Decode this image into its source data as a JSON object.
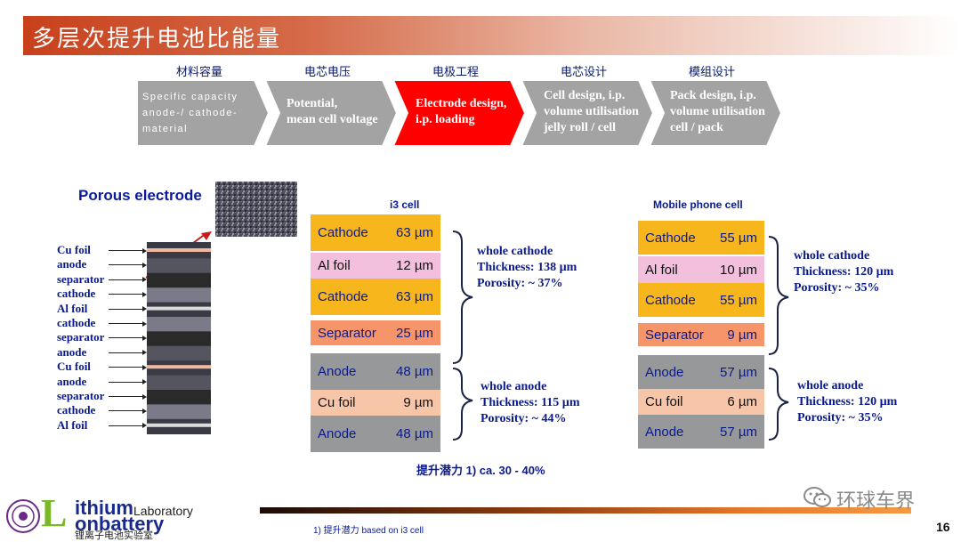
{
  "title": "多层次提升电池比能量",
  "process": {
    "stages": [
      {
        "label": "材料容量",
        "text": "Specific capacity\nanode-/ cathode-\nmaterial",
        "active": false
      },
      {
        "label": "电芯电压",
        "text": "Potential,\nmean cell voltage",
        "active": false
      },
      {
        "label": "电极工程",
        "text": "Electrode design,\ni.p. loading",
        "active": true
      },
      {
        "label": "电芯设计",
        "text": "Cell design, i.p.\nvolume utilisation\njelly roll / cell",
        "active": false
      },
      {
        "label": "模组设计",
        "text": "Pack  design, i.p.\nvolume utilisation\ncell / pack",
        "active": false
      }
    ],
    "colors": {
      "inactive": "#a3a3a3",
      "active": "#ff0000"
    }
  },
  "porous": {
    "title": "Porous electrode",
    "layers": [
      "Cu foil",
      "anode",
      "separator",
      "cathode",
      "Al foil",
      "cathode",
      "separator",
      "anode",
      "Cu foil",
      "anode",
      "separator",
      "cathode",
      "Al foil"
    ]
  },
  "i3": {
    "title": "i3 cell",
    "boxes": [
      {
        "name": "Cathode",
        "value": "63 µm"
      },
      {
        "name": "Al foil",
        "value": "12 µm"
      },
      {
        "name": "Cathode",
        "value": "63 µm"
      },
      {
        "name": "Separator",
        "value": "25 µm"
      },
      {
        "name": "Anode",
        "value": "48 µm"
      },
      {
        "name": "Cu foil",
        "value": "9 µm"
      },
      {
        "name": "Anode",
        "value": "48 µm"
      }
    ],
    "cathode_note": {
      "title": "whole cathode",
      "thickness": "Thickness: 138 µm",
      "porosity": "Porosity: ~ 37%"
    },
    "anode_note": {
      "title": "whole anode",
      "thickness": "Thickness: 115 µm",
      "porosity": "Porosity: ~ 44%"
    }
  },
  "mobile": {
    "title": "Mobile phone cell",
    "boxes": [
      {
        "name": "Cathode",
        "value": "55 µm"
      },
      {
        "name": "Al foil",
        "value": "10 µm"
      },
      {
        "name": "Cathode",
        "value": "55 µm"
      },
      {
        "name": "Separator",
        "value": "9 µm"
      },
      {
        "name": "Anode",
        "value": "57 µm"
      },
      {
        "name": "Cu foil",
        "value": "6 µm"
      },
      {
        "name": "Anode",
        "value": "57 µm"
      }
    ],
    "cathode_note": {
      "title": "whole cathode",
      "thickness": "Thickness: 120 µm",
      "porosity": "Porosity: ~ 35%"
    },
    "anode_note": {
      "title": "whole anode",
      "thickness": "Thickness: 120 µm",
      "porosity": "Porosity: ~ 35%"
    }
  },
  "potential_note": "提升潜力 1) ca. 30 - 40%",
  "footnote": "1) 提升潜力 based on i3 cell",
  "page_number": "16",
  "watermark": "环球车界",
  "logo": {
    "letter": "L",
    "line1": "ithium",
    "lab": "Laboratory",
    "line2": "onbattery",
    "cn": "锂离子电池实验室"
  }
}
